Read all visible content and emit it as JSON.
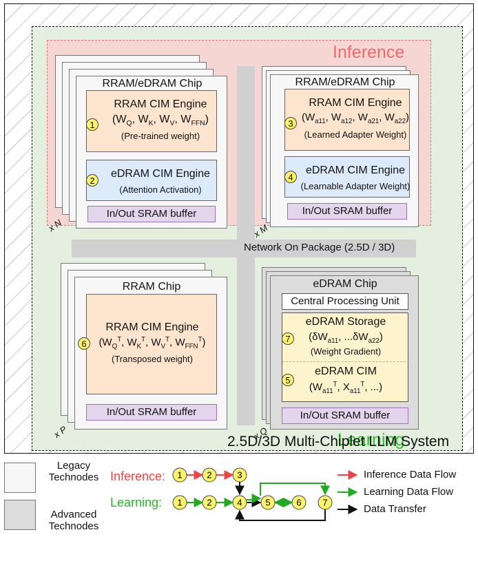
{
  "system_label": "2.5D/3D Multi-Chiplet LLM System",
  "inference_label": "Inference",
  "learning_label": "Learning",
  "noc_label": "Network On Package (2.5D / 3D)",
  "sram_label": "In/Out SRAM buffer",
  "chips": {
    "top_left": {
      "title": "RRAM/eDRAM Chip",
      "multiplier": "x N",
      "engine1": {
        "num": "1",
        "title": "RRAM CIM Engine",
        "formula": "(W<sub>Q</sub>, W<sub>K</sub>, W<sub>V</sub>, W<sub>FFN</sub>)",
        "subtitle": "(Pre-trained weight)"
      },
      "engine2": {
        "num": "2",
        "title": "eDRAM CIM Engine",
        "subtitle": "(Attention Activation)"
      }
    },
    "top_right": {
      "title": "RRAM/eDRAM Chip",
      "multiplier": "x M",
      "engine1": {
        "num": "3",
        "title": "RRAM CIM Engine",
        "formula": "(W<sub>a11</sub>, W<sub>a12</sub>, W<sub>a21</sub>, W<sub>a22</sub>)",
        "subtitle": "(Learned Adapter Weight)"
      },
      "engine2": {
        "num": "4",
        "title": "eDRAM CIM Engine",
        "subtitle": "(Learnable Adapter Weight)"
      }
    },
    "bottom_left": {
      "title": "RRAM Chip",
      "multiplier": "x P",
      "engine1": {
        "num": "6",
        "title": "RRAM CIM Engine",
        "formula": "(W<sub>Q</sub><sup>T</sup>, W<sub>K</sub><sup>T</sup>, W<sub>V</sub><sup>T</sup>, W<sub>FFN</sub><sup>T</sup>)",
        "subtitle": "(Transposed weight)"
      }
    },
    "bottom_right": {
      "title": "eDRAM Chip",
      "multiplier": "x Q",
      "cpu": "Central Processing Unit",
      "storage": {
        "num": "7",
        "title": "eDRAM Storage",
        "formula": "(δW<sub>a11</sub>, ...δW<sub>a22</sub>)",
        "subtitle": "(Weight Gradient)"
      },
      "cim": {
        "num": "5",
        "title": "eDRAM CIM",
        "formula": "(W<sub>a11</sub><sup>T</sup>, X<sub>a11</sub><sup>T</sup>, ...)"
      }
    }
  },
  "legend": {
    "legacy": "Legacy Technodes",
    "advanced": "Advanced Technodes",
    "inference_flow_label": "Inference:",
    "learning_flow_label": "Learning:",
    "flow_nodes": [
      "1",
      "2",
      "3",
      "1",
      "2",
      "4",
      "5",
      "6",
      "7"
    ],
    "inference_data_flow": "Inference Data Flow",
    "learning_data_flow": "Learning Data Flow",
    "data_transfer": "Data Transfer"
  },
  "colors": {
    "inference": "#ee4444",
    "learning": "#22aa22",
    "transfer": "#111111"
  }
}
